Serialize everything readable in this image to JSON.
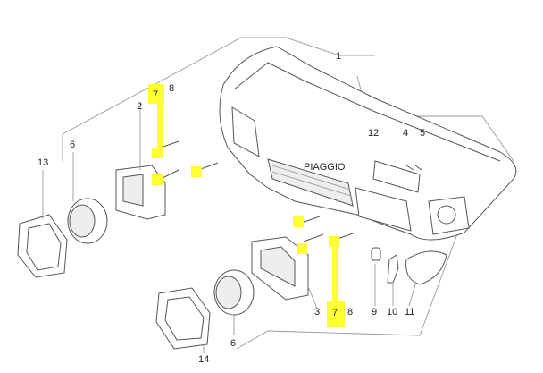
{
  "callouts": [
    {
      "id": "c1",
      "text": "1"
    },
    {
      "id": "c2",
      "text": "2"
    },
    {
      "id": "c3",
      "text": "3"
    },
    {
      "id": "c4",
      "text": "4"
    },
    {
      "id": "c5",
      "text": "5"
    },
    {
      "id": "c6a",
      "text": "6"
    },
    {
      "id": "c6b",
      "text": "6"
    },
    {
      "id": "c7a",
      "text": "7"
    },
    {
      "id": "c7b",
      "text": "7"
    },
    {
      "id": "c8a",
      "text": "8"
    },
    {
      "id": "c8b",
      "text": "8"
    },
    {
      "id": "c9",
      "text": "9"
    },
    {
      "id": "c10",
      "text": "10"
    },
    {
      "id": "c11",
      "text": "11"
    },
    {
      "id": "c12",
      "text": "12"
    },
    {
      "id": "c13",
      "text": "13"
    },
    {
      "id": "c14",
      "text": "14"
    }
  ],
  "brand_lettering": "PIAGGIO",
  "colors": {
    "highlight": "#ffff33",
    "line": "#999999",
    "outline": "#555555"
  }
}
